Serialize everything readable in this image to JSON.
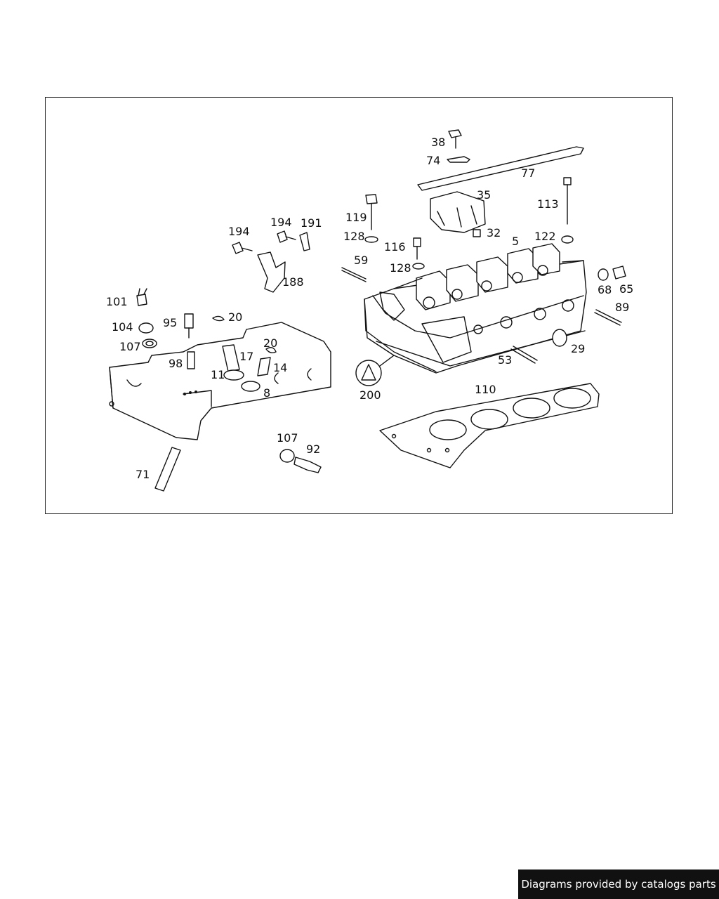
{
  "footer": {
    "text": "Diagrams provided by catalogs parts"
  },
  "labels": {
    "l38": "38",
    "l74": "74",
    "l77": "77",
    "l35": "35",
    "l113": "113",
    "l119": "119",
    "l128a": "128",
    "l32": "32",
    "l122": "122",
    "l5": "5",
    "l116": "116",
    "l128b": "128",
    "l59": "59",
    "l68": "68",
    "l65": "65",
    "l89": "89",
    "l194a": "194",
    "l194b": "194",
    "l191": "191",
    "l188": "188",
    "l101": "101",
    "l95": "95",
    "l20a": "20",
    "l104": "104",
    "l107a": "107",
    "l98": "98",
    "l20b": "20",
    "l17": "17",
    "l11": "11",
    "l14": "14",
    "l8": "8",
    "l200": "200",
    "l29": "29",
    "l53": "53",
    "l110": "110",
    "l107b": "107",
    "l92": "92",
    "l71": "71"
  },
  "colors": {
    "line": "#111111",
    "background": "#ffffff",
    "badge": "#111111"
  }
}
